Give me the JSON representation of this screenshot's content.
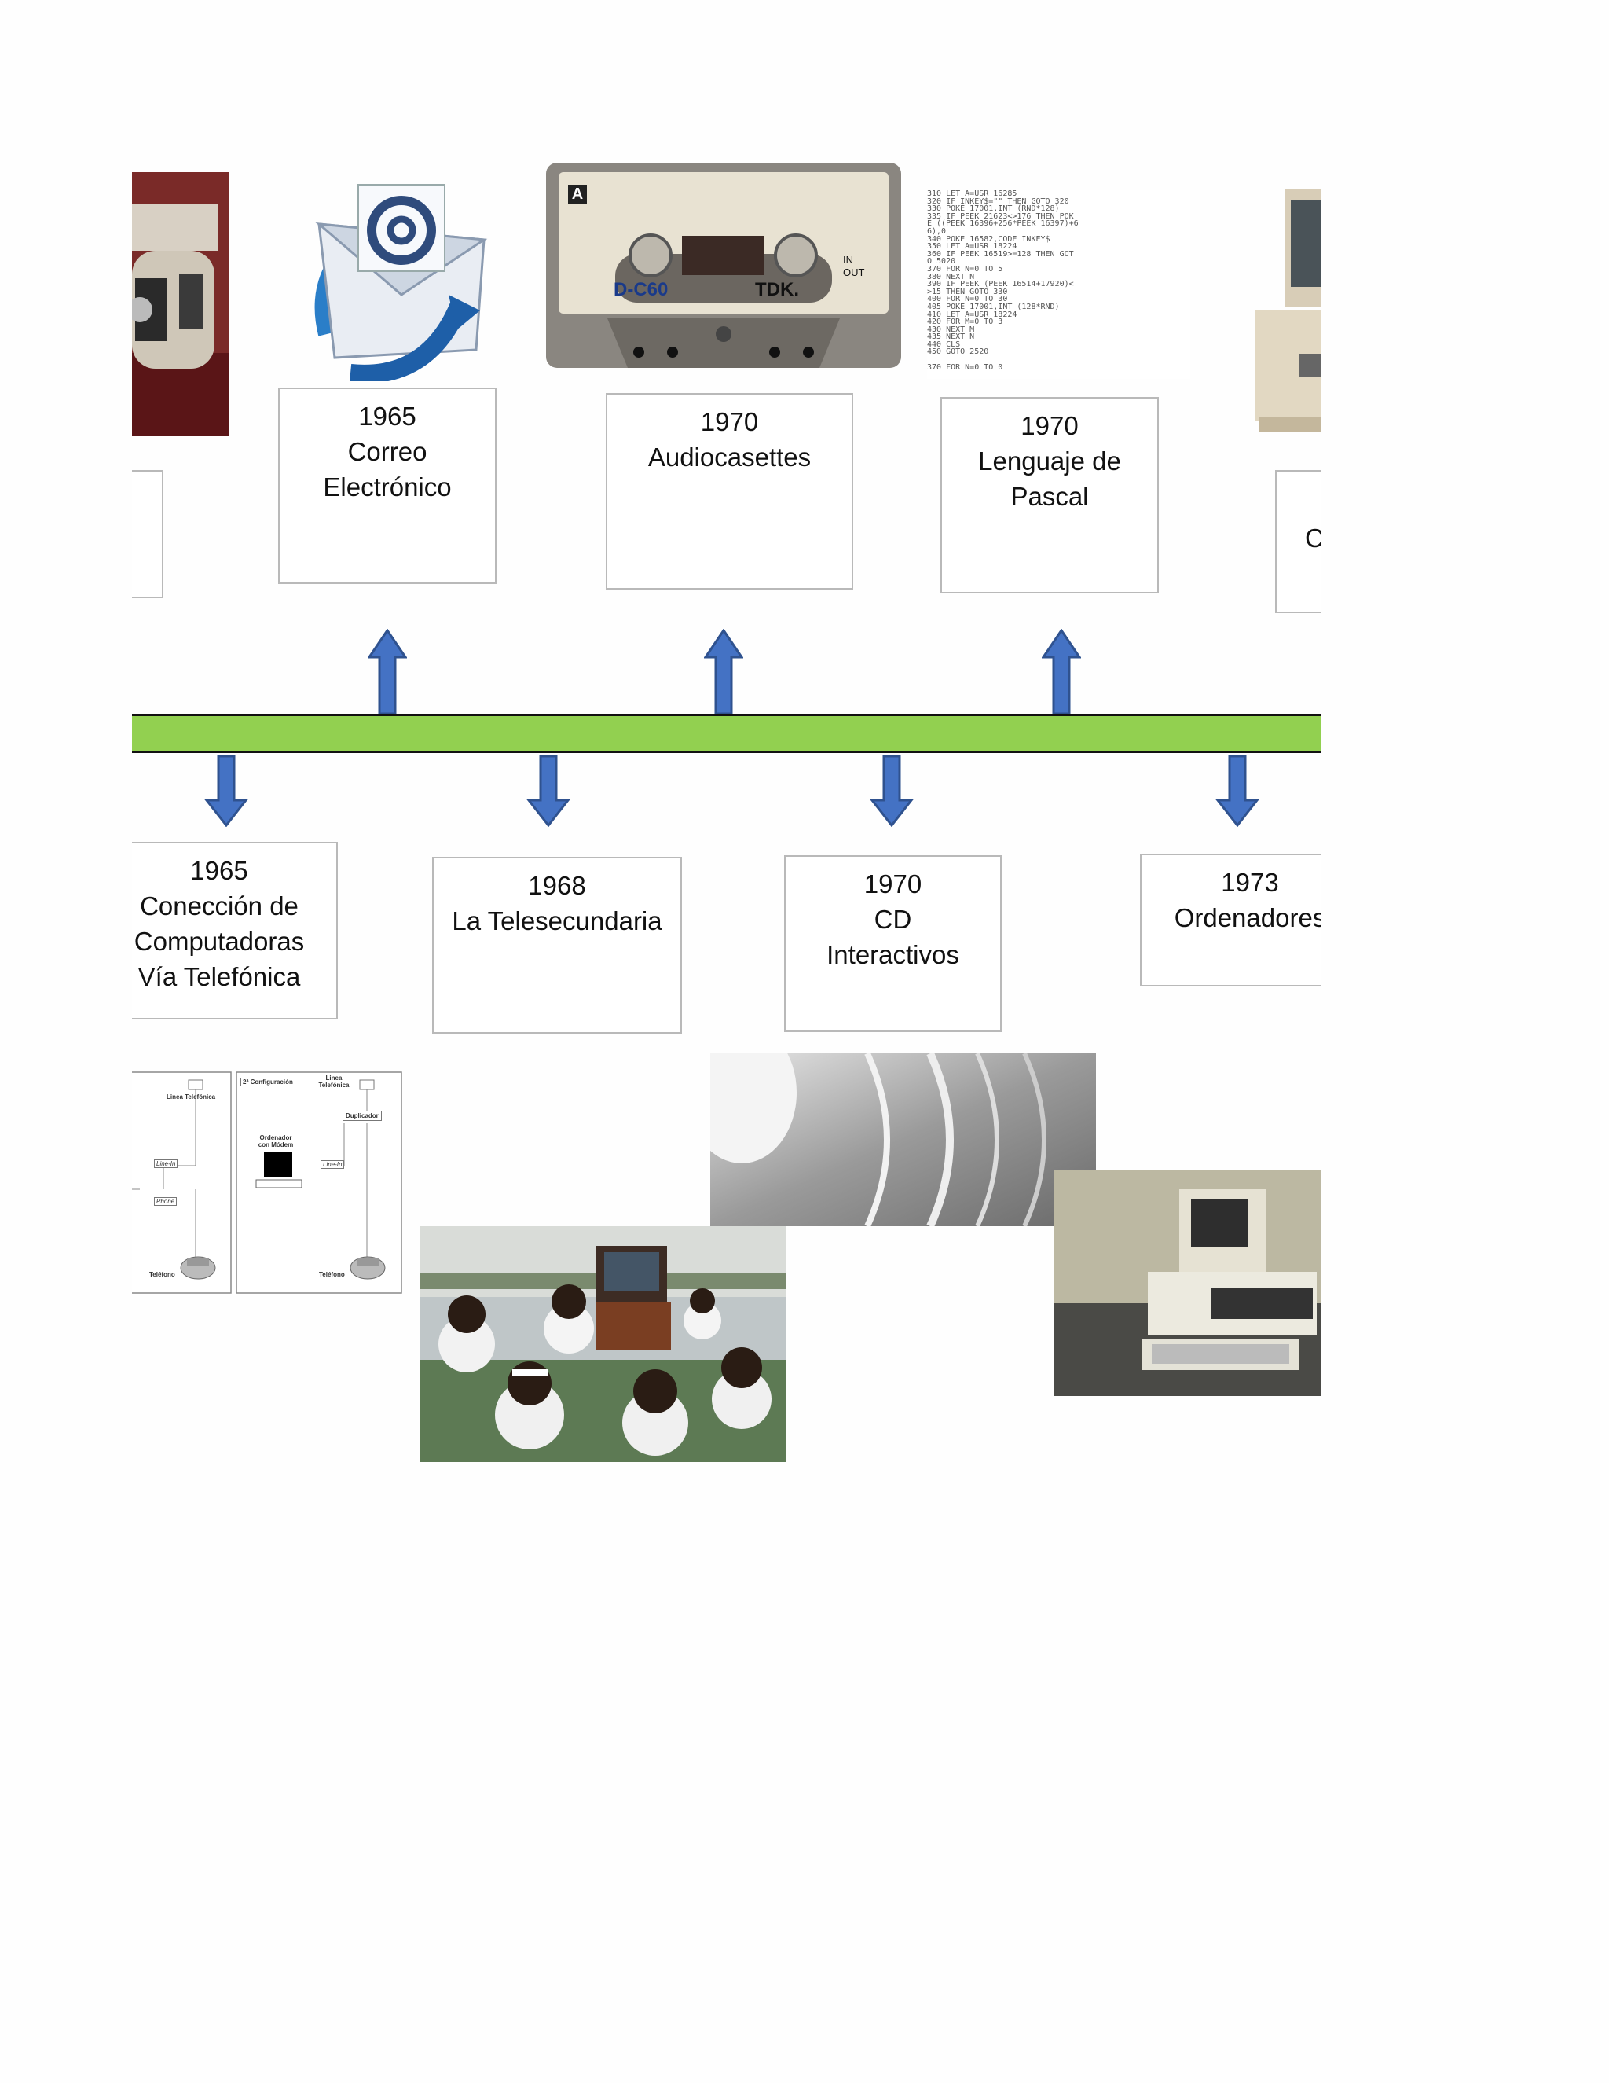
{
  "timeline_above": [
    {
      "year": "1965",
      "title": "Correo Electrónico",
      "lines": [
        "Correo",
        "Electrónico"
      ]
    },
    {
      "year": "1970",
      "title": "Audiocasettes",
      "lines": [
        "Audiocasettes"
      ]
    },
    {
      "year": "1970",
      "title": "Lenguaje de Pascal",
      "lines": [
        "Lenguaje de",
        "Pascal"
      ]
    },
    {
      "year": "",
      "title": "C",
      "lines": [
        "C"
      ]
    }
  ],
  "timeline_below": [
    {
      "year": "1965",
      "title": "Conección de Computadoras Vía Telefónica",
      "lines": [
        "Conección de",
        "Computadoras",
        "Vía Telefónica"
      ]
    },
    {
      "year": "1968",
      "title": "La Telesecundaria",
      "lines": [
        "La Telesecundaria"
      ]
    },
    {
      "year": "1970",
      "title": "CD Interactivos",
      "lines": [
        "CD",
        "Interactivos"
      ]
    },
    {
      "year": "1973",
      "title": "Ordenadores",
      "lines": [
        "Ordenadores"
      ]
    }
  ],
  "cassette": {
    "side": "A",
    "model": "D-C60",
    "brand": "TDK.",
    "opt_in": "IN",
    "opt_out": "OUT"
  },
  "code_listing": [
    "310 LET A=USR 16285",
    "320 IF INKEY$=\"\" THEN GOTO 320",
    "330 POKE 17001,INT (RND*128)",
    "335 IF PEEK 21623<>176 THEN POK",
    "E ((PEEK 16396+256*PEEK 16397)+6",
    "6),0",
    "340 POKE 16582,CODE INKEY$",
    "350 LET A=USR 18224",
    "360 IF PEEK 16519>=128 THEN GOT",
    "O 5020",
    "370 FOR N=0 TO 5",
    "380 NEXT N",
    "390 IF PEEK (PEEK 16514+17920)<",
    ">15 THEN GOTO 330",
    "400 FOR N=0 TO 30",
    "405 POKE 17001,INT (128*RND)",
    "410 LET A=USR 18224",
    "420 FOR M=0 TO 3",
    "430 NEXT M",
    "435 NEXT N",
    "440 CLS",
    "450 GOTO 2520",
    "",
    "370 FOR N=0 TO 0"
  ],
  "modem_diagram": {
    "left_panel": {
      "line": "Linea Telefónica",
      "line_in": "Line-In",
      "phone": "Phone",
      "telephone": "Teléfono"
    },
    "right_panel": {
      "config": "2ª Configuración",
      "line": "Linea Telefónica",
      "duplicator": "Duplicador",
      "computer": "Ordenador con Módem",
      "line_in": "Line-In",
      "telephone": "Teléfono"
    }
  },
  "colors": {
    "timeline": "#92d050",
    "arrow_fill": "#4472c4",
    "arrow_stroke": "#2f528f",
    "box_border": "#b9b9b9"
  }
}
